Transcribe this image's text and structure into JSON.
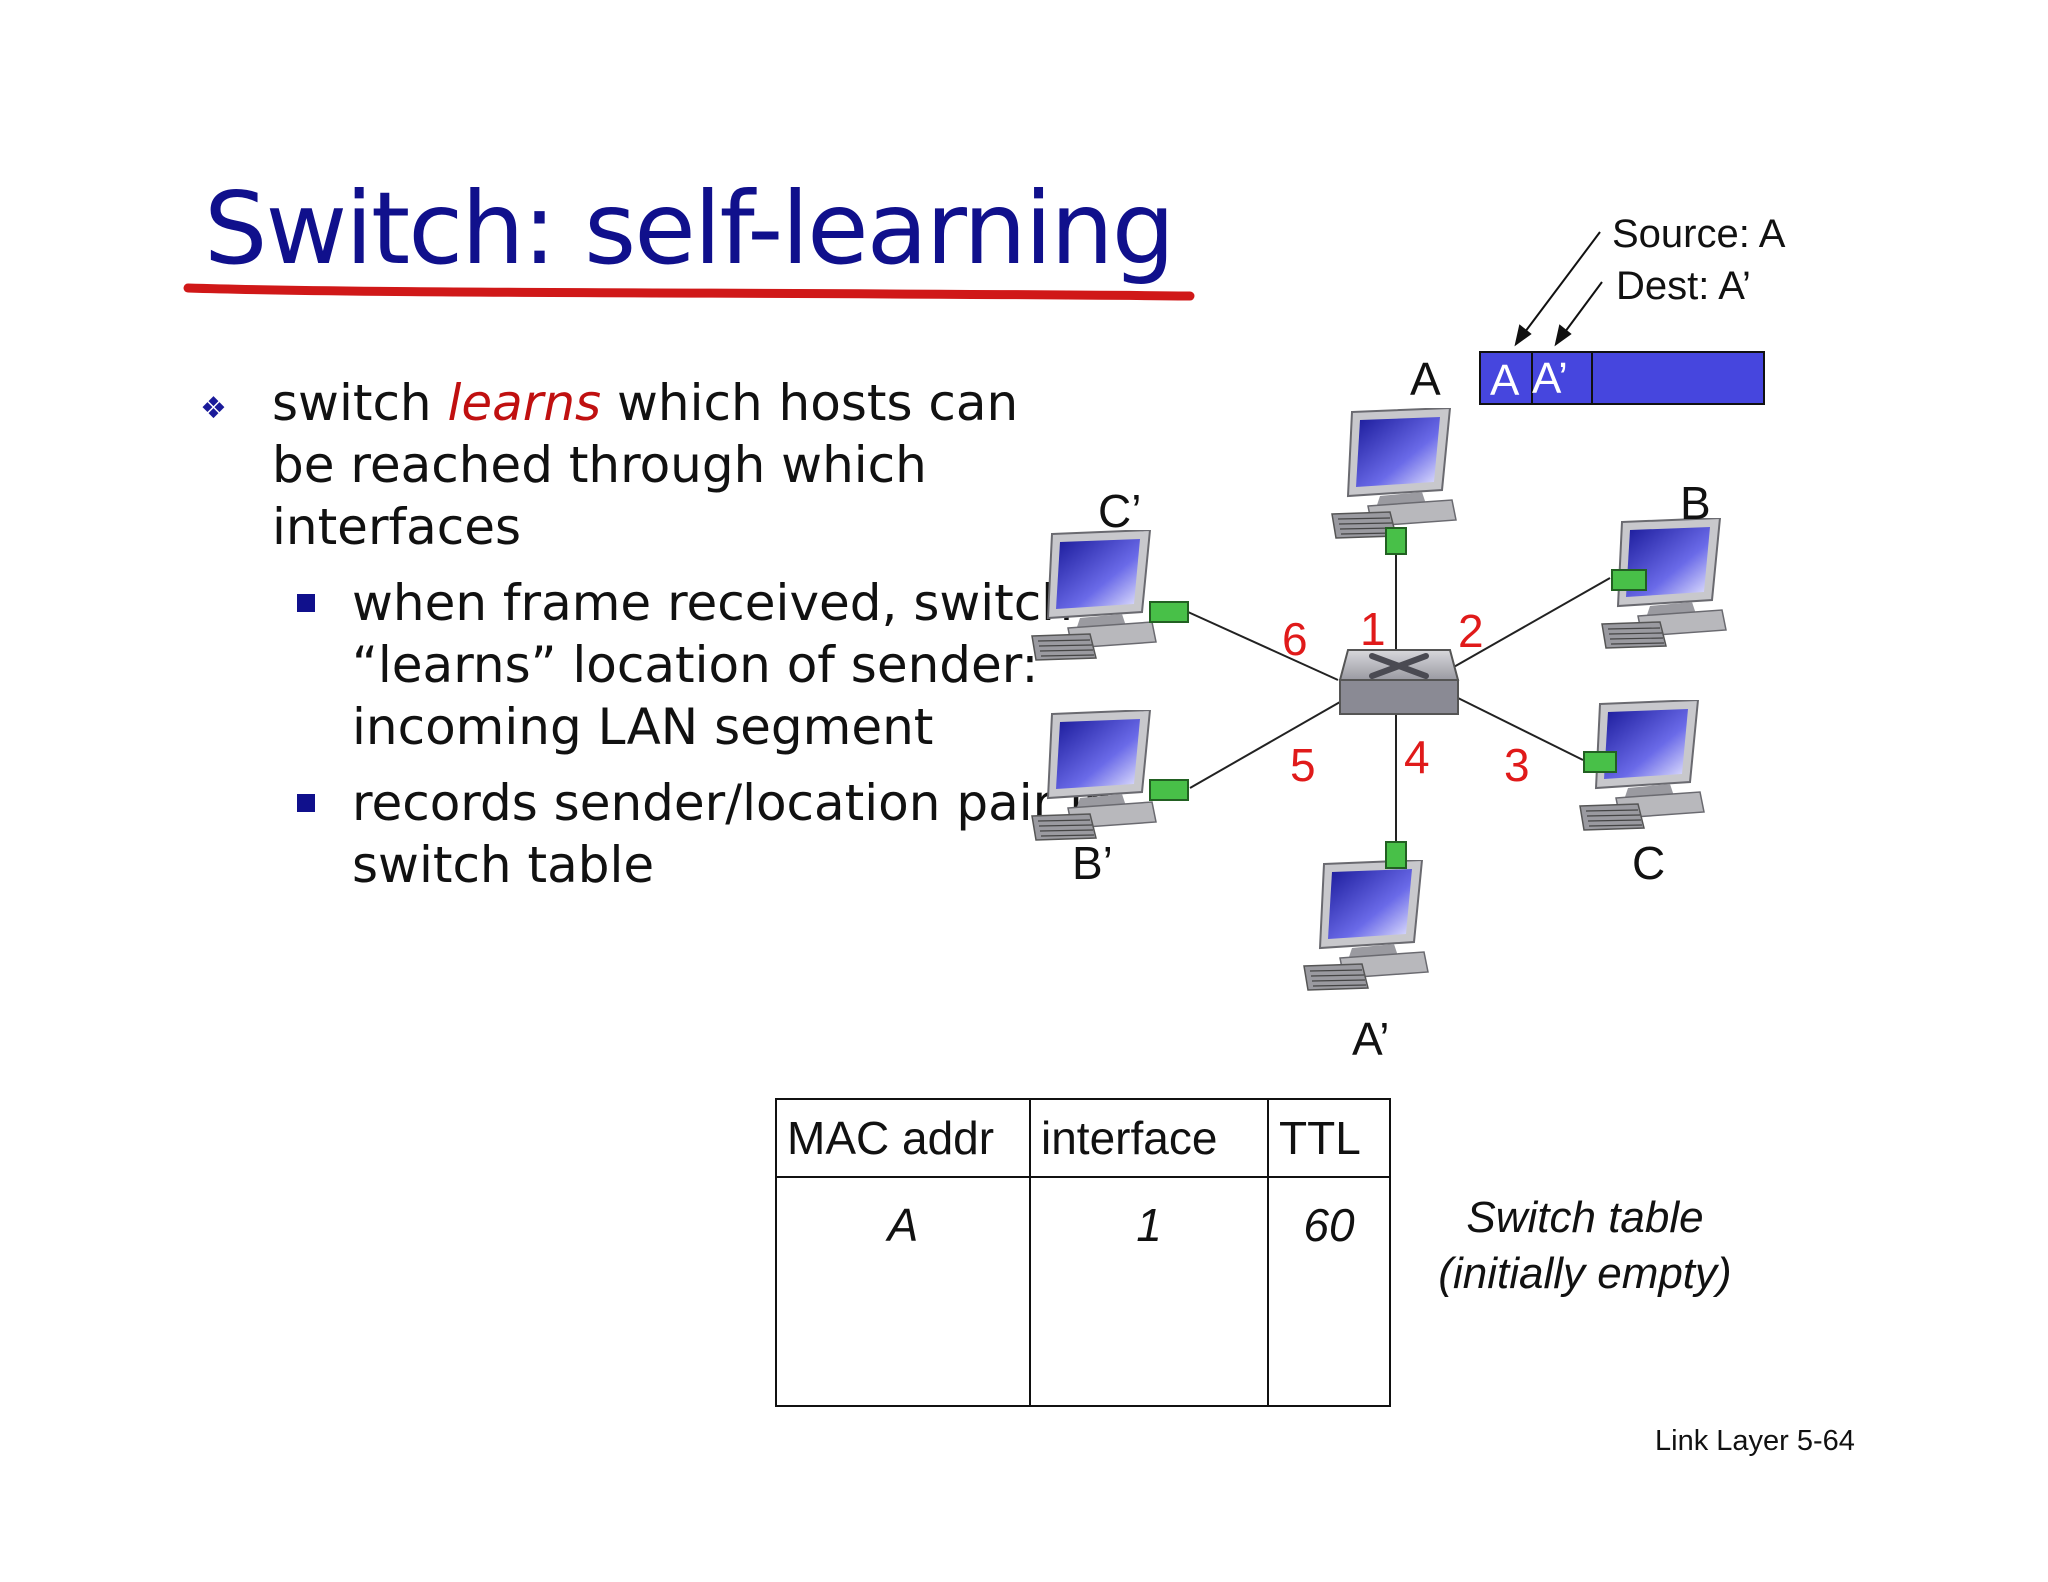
{
  "slide": {
    "title": "Switch: self-learning",
    "bullet1": {
      "pre": "switch ",
      "emphasis": "learns",
      "post": " which hosts can be reached through which interfaces"
    },
    "sub_bullets": [
      "when frame received, switch “learns” location of sender: incoming LAN segment",
      "records sender/location pair in switch table"
    ],
    "footer": "Link Layer  5-64"
  },
  "frame": {
    "source_label": "Source: A",
    "dest_label": "Dest: A’",
    "field_src": "A",
    "field_dst": "A’",
    "color": "#4646de"
  },
  "hosts": {
    "A": "A",
    "B": "B",
    "C": "C",
    "A_prime": "A’",
    "B_prime": "B’",
    "C_prime": "C’"
  },
  "ports": [
    "1",
    "2",
    "3",
    "4",
    "5",
    "6"
  ],
  "switch_table": {
    "headers": [
      "MAC addr",
      "interface",
      "TTL"
    ],
    "rows": [
      [
        "A",
        "1",
        "60"
      ]
    ],
    "caption_line1": "Switch table",
    "caption_line2": "(initially empty)"
  },
  "colors": {
    "title": "#10108c",
    "emphasis": "#c01010",
    "port_label": "#e01a1a",
    "underline": "#d01818",
    "connector": "#48c048"
  }
}
